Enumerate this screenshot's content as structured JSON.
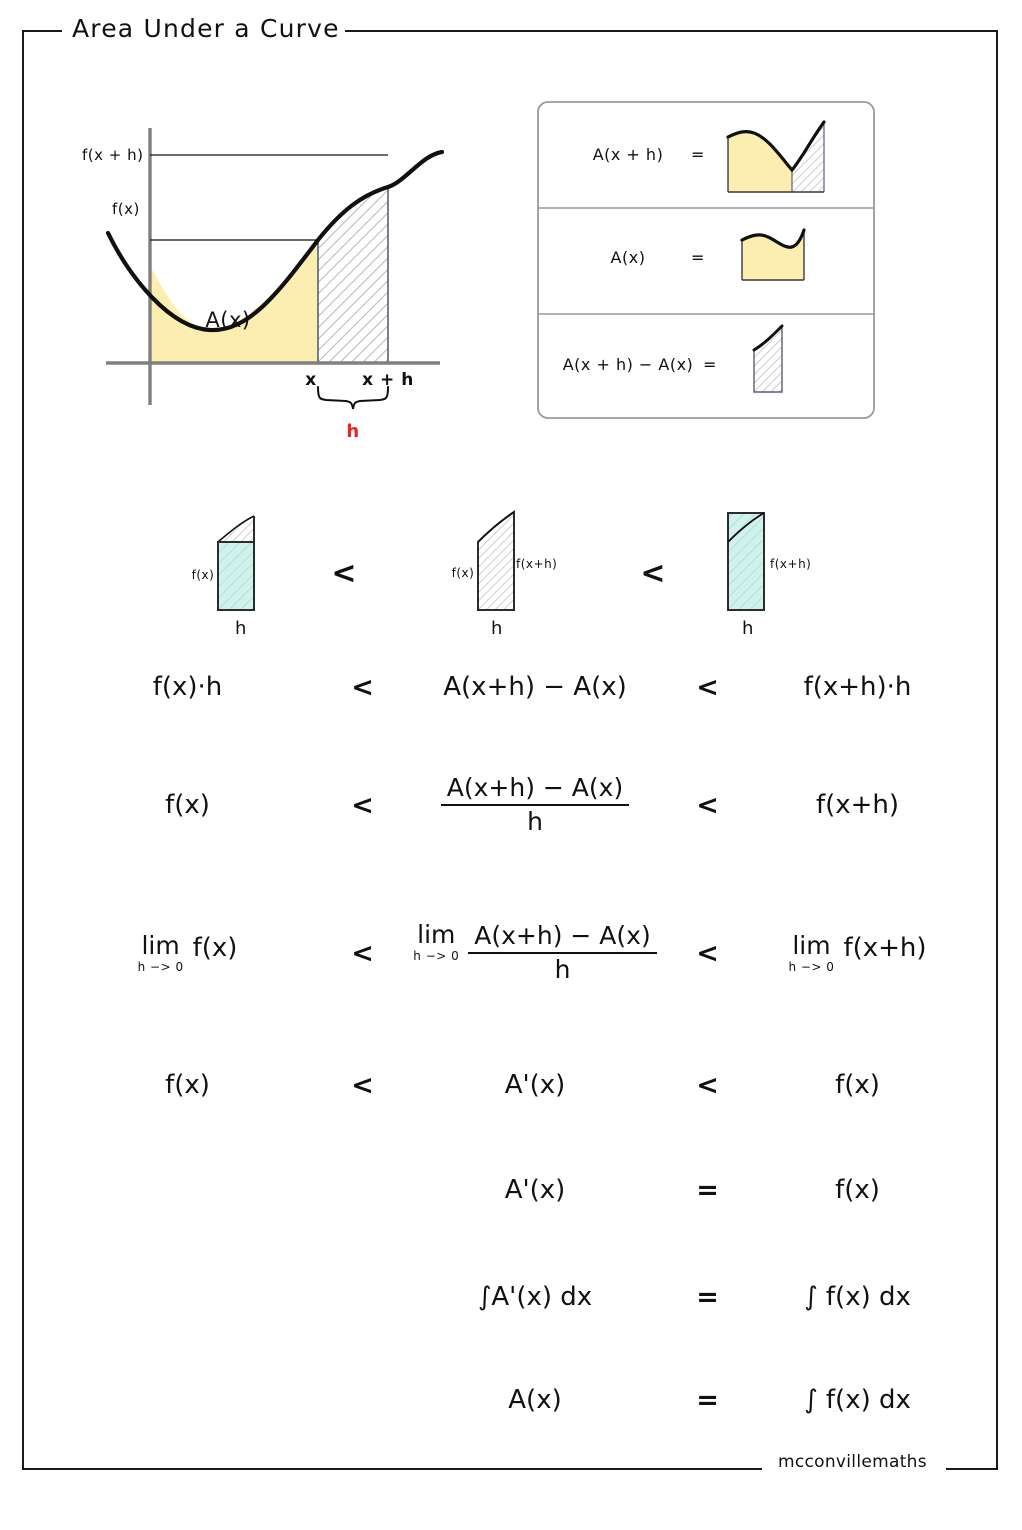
{
  "title": "Area Under a Curve",
  "footer": {
    "brand": "mcconvillemaths"
  },
  "colors": {
    "area_yellow": "#fbeeb0",
    "area_cyan": "#d0f1ec",
    "hatch_gray": "#b9b9b9",
    "curve_black": "#111111",
    "axis_gray": "#808080",
    "accent_red": "#ee2222",
    "box_border": "#9a9a9a"
  },
  "graph": {
    "y_labels": [
      "f(x + h)",
      "f(x)"
    ],
    "x_labels": [
      "x",
      "x + h"
    ],
    "area_label": "A(x)",
    "brace_label": "h"
  },
  "legend_box": {
    "rows": [
      {
        "label": "A(x + h)",
        "operator": "=",
        "figure": "yellow-plus-hatched-region"
      },
      {
        "label": "A(x)",
        "operator": "=",
        "figure": "yellow-region"
      },
      {
        "label": "A(x + h) − A(x)",
        "operator": "=",
        "figure": "hatched-strip"
      }
    ]
  },
  "shapes_row": {
    "operators": [
      "<",
      "<"
    ],
    "shapes": [
      {
        "name": "lower-rectangle",
        "left_label": "f(x)",
        "right_label": "",
        "base_label": "h",
        "fill": "cyan"
      },
      {
        "name": "actual-strip",
        "left_label": "f(x)",
        "right_label": "f(x+h)",
        "base_label": "h",
        "fill": "hatched"
      },
      {
        "name": "upper-rectangle",
        "left_label": "",
        "right_label": "f(x+h)",
        "base_label": "h",
        "fill": "cyan"
      }
    ]
  },
  "equations": [
    {
      "id": "products",
      "left": "f(x)·h",
      "op1": "<",
      "mid": "A(x+h) − A(x)",
      "op2": "<",
      "right": "f(x+h)·h"
    },
    {
      "id": "divided-by-h",
      "left": "f(x)",
      "op1": "<",
      "mid_numerator": "A(x+h) − A(x)",
      "mid_denominator": "h",
      "op2": "<",
      "right": "f(x+h)"
    },
    {
      "id": "limits",
      "left_lim": "lim",
      "left_sub": "h −> 0",
      "left": "f(x)",
      "op1": "<",
      "mid_lim": "lim",
      "mid_sub": "h −> 0",
      "mid_numerator": "A(x+h) − A(x)",
      "mid_denominator": "h",
      "op2": "<",
      "right_lim": "lim",
      "right_sub": "h −> 0",
      "right": "f(x+h)"
    },
    {
      "id": "squeeze",
      "left": "f(x)",
      "op1": "<",
      "mid": "A'(x)",
      "op2": "<",
      "right": "f(x)"
    },
    {
      "id": "derivative-equality",
      "left": "",
      "op1": "",
      "mid": "A'(x)",
      "op2": "=",
      "right": "f(x)"
    },
    {
      "id": "integrate-both-sides",
      "left": "",
      "op1": "",
      "mid": "∫A'(x) dx",
      "op2": "=",
      "right": "∫ f(x) dx"
    },
    {
      "id": "final-result",
      "left": "",
      "op1": "",
      "mid": "A(x)",
      "op2": "=",
      "right": "∫ f(x) dx"
    }
  ]
}
